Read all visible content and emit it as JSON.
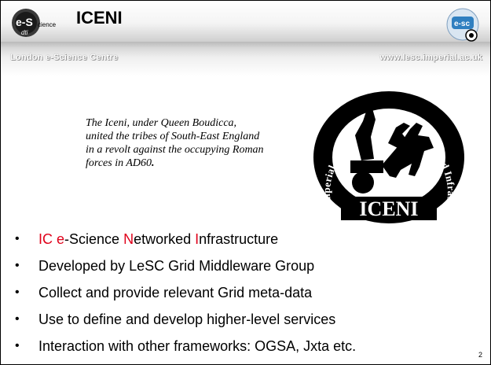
{
  "header": {
    "title": "ICENI",
    "subtitle_left": "London e-Science Centre",
    "subtitle_right": "www.lesc.imperial.ac.uk",
    "logo_left": {
      "name": "e-science-dti-logo",
      "text_main": "e-S",
      "text_small": "cience",
      "text_dti": "dti"
    },
    "logo_right": {
      "name": "lesc-logo",
      "text": "e-sc"
    }
  },
  "quote": {
    "text_main": "The Iceni, under Queen Boudicca, united the tribes of South-East England in a revolt against the occupying Roman forces in AD60",
    "text_period": "."
  },
  "seal": {
    "ring_text": "Imperial College e-Science Networked Infrastructure",
    "banner_text": "ICENI"
  },
  "bullets": [
    {
      "parts": [
        {
          "text": "IC ",
          "color": "#e0001a"
        },
        {
          "text": "e",
          "color": "#e0001a"
        },
        {
          "text": "-Science ",
          "color": "#000000"
        },
        {
          "text": "N",
          "color": "#e0001a"
        },
        {
          "text": "etworked ",
          "color": "#000000"
        },
        {
          "text": "I",
          "color": "#e0001a"
        },
        {
          "text": "nfrastructure",
          "color": "#000000"
        }
      ]
    },
    {
      "text": "Developed by LeSC Grid Middleware Group"
    },
    {
      "text": "Collect and provide relevant Grid meta-data"
    },
    {
      "text": "Use to define and develop higher-level services"
    },
    {
      "text": "Interaction with other frameworks: OGSA, Jxta etc."
    }
  ],
  "bullet_symbol": "•",
  "page_number": "2",
  "colors": {
    "accent_red": "#e0001a",
    "header_gray": "#cfcfcf"
  }
}
